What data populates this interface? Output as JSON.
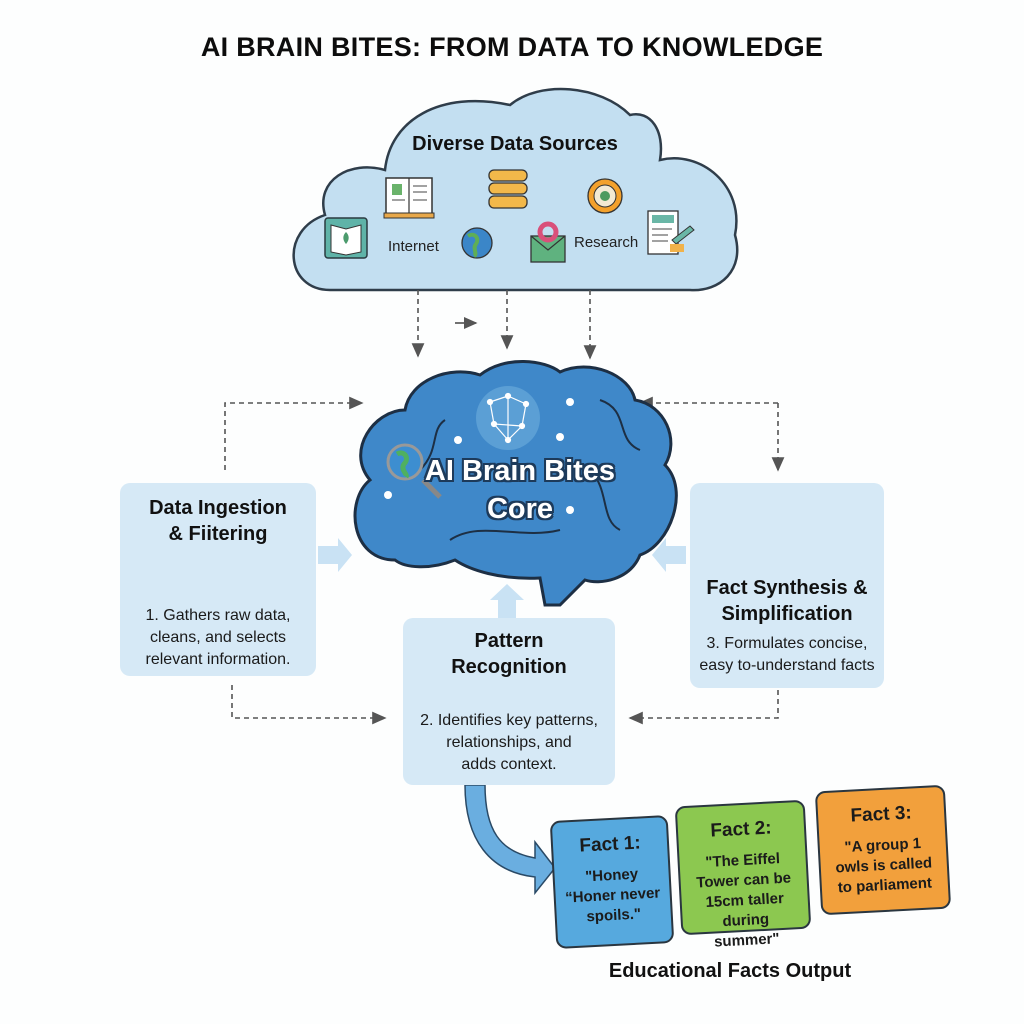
{
  "title": "AI BRAIN BITES: FROM DATA TO KNOWLEDGE",
  "sources": {
    "title": "Diverse Data Sources",
    "labels": [
      "Internet",
      "Research"
    ],
    "icons": [
      "book-plant-icon",
      "open-book-icon",
      "database-icon",
      "globe-icon",
      "email-icon",
      "target-badge-icon",
      "document-pen-icon"
    ]
  },
  "core": {
    "line1": "AI Brain Bites",
    "line2": "Core",
    "color": "#3f88c9"
  },
  "steps": [
    {
      "title_line1": "Data Ingestion",
      "title_line2": "& Fiitering",
      "text_lines": [
        "1. Gathers raw data,",
        "cleans, and selects",
        "relevant information."
      ],
      "icon": "funnel-icon"
    },
    {
      "title_line1": "Pattern",
      "title_line2": "Recognition",
      "text_lines": [
        "2. Identifies key patterns,",
        "relationships, and",
        "adds context."
      ],
      "icon": "globe-icon"
    },
    {
      "title_line1": "Fact Synthesis &",
      "title_line2": "Simplification",
      "text_lines": [
        "3. Formulates concise,",
        "easy to-understand facts"
      ],
      "icon": "lightbulb-icon"
    }
  ],
  "facts": [
    {
      "title": "Fact 1:",
      "text": "\"Honey “Honer never spoils.\"",
      "color": "#56a9de"
    },
    {
      "title": "Fact 2:",
      "text": "\"The Eiffel Tower can be 15cm taller during summer\"",
      "color": "#8cc850"
    },
    {
      "title": "Fact 3:",
      "text": "\"A group 1 owls is called to parliament",
      "color": "#f2a03c"
    }
  ],
  "output_label": "Educational Facts Output"
}
